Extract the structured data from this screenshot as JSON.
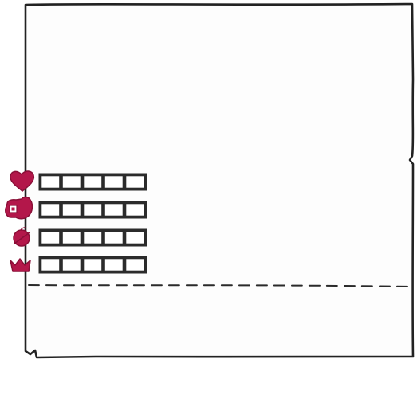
{
  "panel": {
    "border_color": "#222222",
    "paper_color": "#fdfdfd",
    "divider_style": "dashed"
  },
  "stats": [
    {
      "name": "health",
      "icon": "heart-icon",
      "filled": 0,
      "max": 5
    },
    {
      "name": "strength",
      "icon": "flexed-arm-icon",
      "filled": 0,
      "max": 5
    },
    {
      "name": "food",
      "icon": "fruit-icon",
      "filled": 0,
      "max": 5
    },
    {
      "name": "royalty",
      "icon": "crown-icon",
      "filled": 0,
      "max": 5
    }
  ],
  "colors": {
    "icon": "#b3174a",
    "icon_dark": "#8a0f37",
    "ink": "#2b2b2b"
  }
}
